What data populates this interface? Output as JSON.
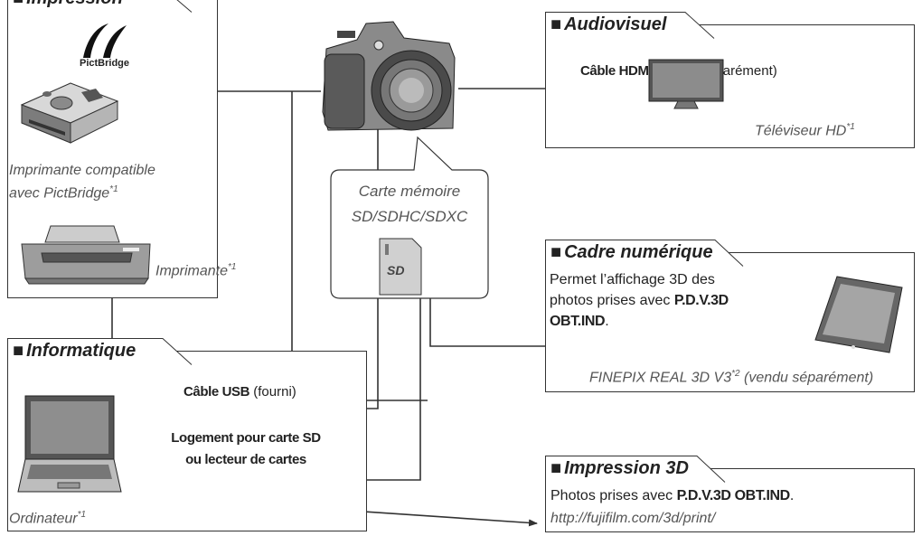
{
  "printing": {
    "title": "Impression",
    "pictbridge_logo": "PictBridge",
    "compat_printer_line1": "Imprimante compatible",
    "compat_printer_line2": "avec PictBridge",
    "compat_printer_note": "*1",
    "printer": "Imprimante",
    "printer_note": "*1"
  },
  "audiovisual": {
    "title": "Audiovisuel",
    "cable_bold": "Câble HDMI",
    "cable_rest": " (vendu séparément)",
    "tv": "Téléviseur HD",
    "tv_note": "*1"
  },
  "memory_card": {
    "line1": "Carte mémoire",
    "line2": "SD/SDHC/SDXC"
  },
  "digital_frame": {
    "title": "Cadre numérique",
    "desc_line1": "Permet l’affichage 3D des",
    "desc_line2_pre": "photos prises avec ",
    "desc_line2_bold": "P.D.V.3D",
    "desc_line3_bold": "OBT.IND",
    "desc_line3_post": ".",
    "device_pre": "FINEPIX REAL 3D V3",
    "device_note": "*2",
    "device_post": " (vendu séparément)"
  },
  "computing": {
    "title": "Informatique",
    "usb_bold": "Câble USB",
    "usb_rest": " (fourni)",
    "slot_line1": "Logement pour carte SD",
    "slot_line2": "ou lecteur de cartes",
    "computer": "Ordinateur",
    "computer_note": "*1"
  },
  "print3d": {
    "title": "Impression 3D",
    "line1_pre": "Photos prises avec ",
    "line1_bold": "P.D.V.3D OBT.IND",
    "line1_post": ".",
    "url": "http://fujifilm.com/3d/print/"
  },
  "colors": {
    "line": "#333333",
    "caption": "#555555"
  }
}
